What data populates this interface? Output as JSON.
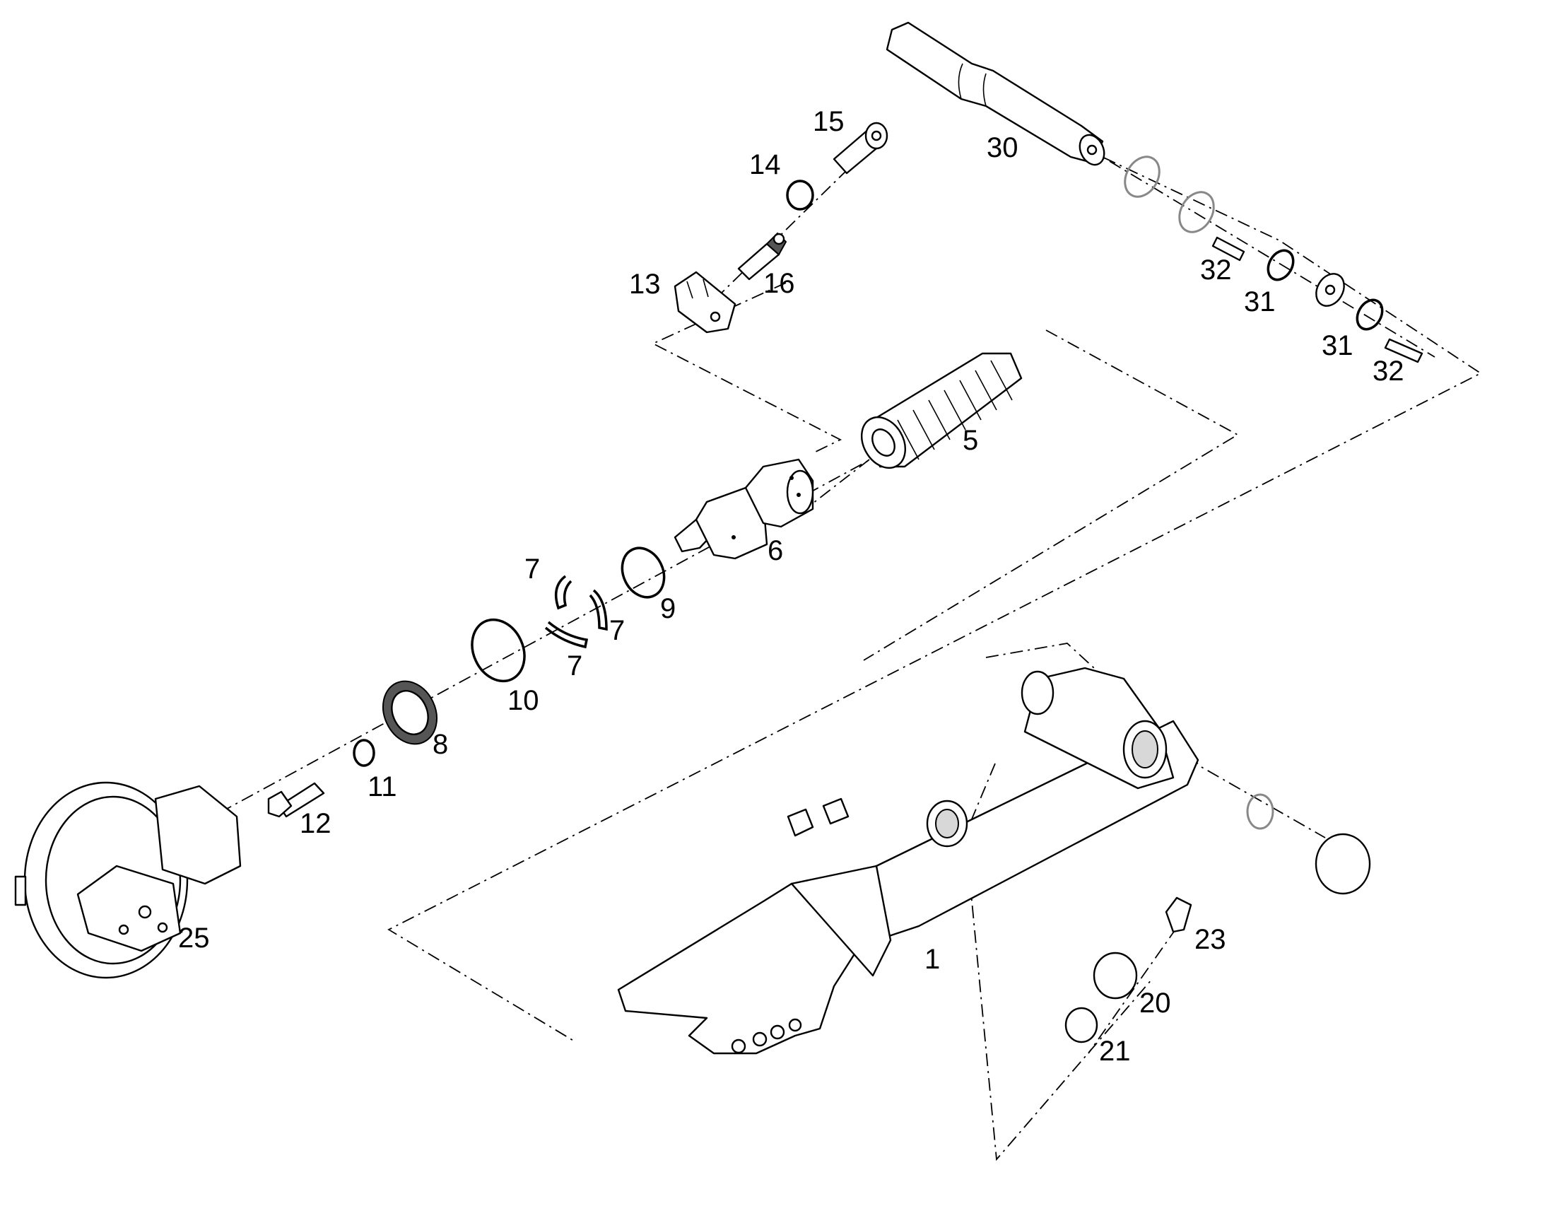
{
  "diagram": {
    "parts": [
      {
        "id": "1",
        "label": "1"
      },
      {
        "id": "5",
        "label": "5"
      },
      {
        "id": "6",
        "label": "6"
      },
      {
        "id": "7a",
        "label": "7"
      },
      {
        "id": "7b",
        "label": "7"
      },
      {
        "id": "7c",
        "label": "7"
      },
      {
        "id": "8",
        "label": "8"
      },
      {
        "id": "9",
        "label": "9"
      },
      {
        "id": "10",
        "label": "10"
      },
      {
        "id": "11",
        "label": "11"
      },
      {
        "id": "12",
        "label": "12"
      },
      {
        "id": "13",
        "label": "13"
      },
      {
        "id": "14",
        "label": "14"
      },
      {
        "id": "15",
        "label": "15"
      },
      {
        "id": "16",
        "label": "16"
      },
      {
        "id": "20",
        "label": "20"
      },
      {
        "id": "21",
        "label": "21"
      },
      {
        "id": "23",
        "label": "23"
      },
      {
        "id": "25",
        "label": "25"
      },
      {
        "id": "30",
        "label": "30"
      },
      {
        "id": "31a",
        "label": "31"
      },
      {
        "id": "31b",
        "label": "31"
      },
      {
        "id": "32a",
        "label": "32"
      },
      {
        "id": "32b",
        "label": "32"
      }
    ]
  }
}
